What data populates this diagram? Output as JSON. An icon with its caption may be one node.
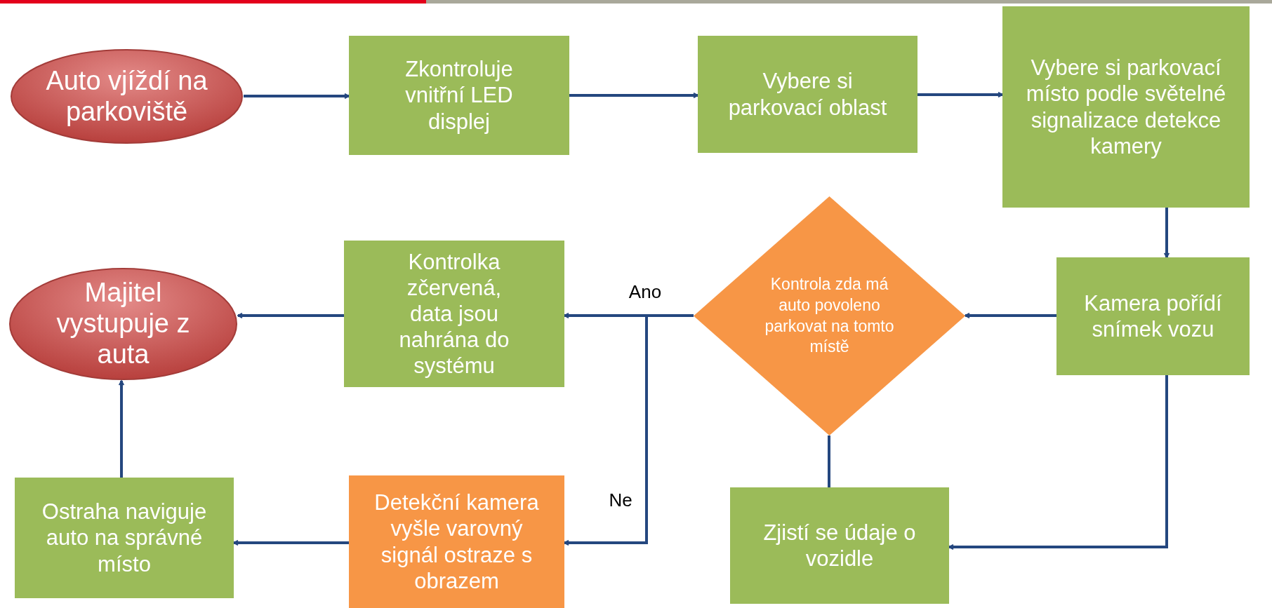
{
  "diagram": {
    "nodes": [
      {
        "text": [
          "Auto vjíždí na parkoviště"
        ]
      },
      {
        "text": [
          "Zkontroluje vnitřní LED displej"
        ]
      },
      {
        "text": [
          "Vybere si parkovací oblast"
        ]
      },
      {
        "text": [
          "Vybere si parkovací místo podle světelné signalizace detekce kamery"
        ]
      },
      {
        "text": [
          "Kamera pořídí snímek vozu"
        ]
      },
      {
        "text": [
          "Kontrola zda má auto  povoleno parkovat na tomto místě"
        ]
      },
      {
        "text": [
          "Kontrolka zčervená, data jsou nahrána do systému"
        ]
      },
      {
        "text": [
          "Majitel vystupuje z auta"
        ]
      },
      {
        "text": [
          "Zjistí se údaje o vozidle"
        ]
      },
      {
        "text": [
          "Detekční kamera vyšle varovný signál ostraze s obrazem"
        ]
      },
      {
        "text": [
          "Ostraha naviguje auto na správné místo"
        ]
      }
    ],
    "edges": [
      {
        "from": 0,
        "to": 1,
        "arrow": "to"
      },
      {
        "from": 1,
        "to": 2,
        "arrow": "to"
      },
      {
        "from": 2,
        "to": 3,
        "arrow": "to"
      },
      {
        "from": 3,
        "to": 4,
        "arrow": "to"
      },
      {
        "from": 4,
        "to": 5,
        "arrow": "to"
      },
      {
        "from": 5,
        "to": 6,
        "arrow": "to",
        "label": "Ano"
      },
      {
        "from": 5,
        "to": 9,
        "arrow": "to",
        "label": "Ne"
      },
      {
        "from": 6,
        "to": 7,
        "arrow": "to"
      },
      {
        "from": 4,
        "to": 8,
        "arrow": "to"
      },
      {
        "from": 8,
        "to": 5,
        "arrow": "none"
      },
      {
        "from": 9,
        "to": 10,
        "arrow": "to"
      },
      {
        "from": 10,
        "to": 7,
        "arrow": "to"
      }
    ]
  }
}
